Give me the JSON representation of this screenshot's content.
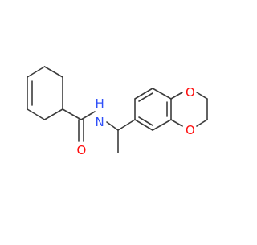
{
  "structure": {
    "colors": {
      "bond": "#3c3c3c",
      "nitrogen": "#3050f8",
      "oxygen": "#ff0d0d",
      "background": "#ffffff"
    },
    "atoms": [
      {
        "id": "N",
        "label": "N",
        "element": "nitrogen"
      },
      {
        "id": "H",
        "label": "H",
        "element": "nitrogen"
      },
      {
        "id": "O_carbonyl",
        "label": "O",
        "element": "oxygen"
      },
      {
        "id": "O_ring_top",
        "label": "O",
        "element": "oxygen"
      },
      {
        "id": "O_ring_bottom",
        "label": "O",
        "element": "oxygen"
      }
    ]
  }
}
